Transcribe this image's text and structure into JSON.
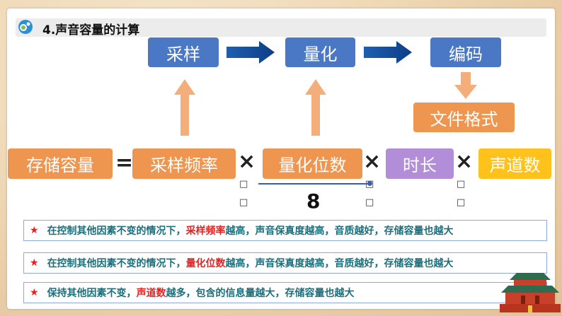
{
  "title": "4.声音容量的计算",
  "process": {
    "step1": "采样",
    "step2": "量化",
    "step3": "编码",
    "output": "文件格式"
  },
  "formula": {
    "result": "存储容量",
    "equals": "=",
    "term1": "采样频率",
    "times": "×",
    "term2": "量化位数",
    "term3": "时长",
    "term4": "声道数",
    "placeholder": "□",
    "divisor": "8"
  },
  "notes": [
    {
      "star": "★",
      "before": "在控制其他因素不变的情况下，",
      "highlight": "采样频率",
      "after": "越高，声音保真度越高，音质越好，存储容量也越大"
    },
    {
      "star": "★",
      "before": "在控制其他因素不变的情况下，",
      "highlight": "量化位数",
      "after": "越高，声音保真度越高，音质越好，存储容量也越大"
    },
    {
      "star": "★",
      "before": "保持其他因素不变，",
      "highlight": "声道数",
      "after": "越多，包含的信息量越大，存储容量也越大"
    }
  ],
  "colors": {
    "blue_box": "#4a78c4",
    "orange_box": "#ee9550",
    "purple_box": "#b28ed8",
    "yellow_box": "#ffc21c",
    "highlight_red": "#e52222",
    "note_text": "#1a6f7c"
  }
}
